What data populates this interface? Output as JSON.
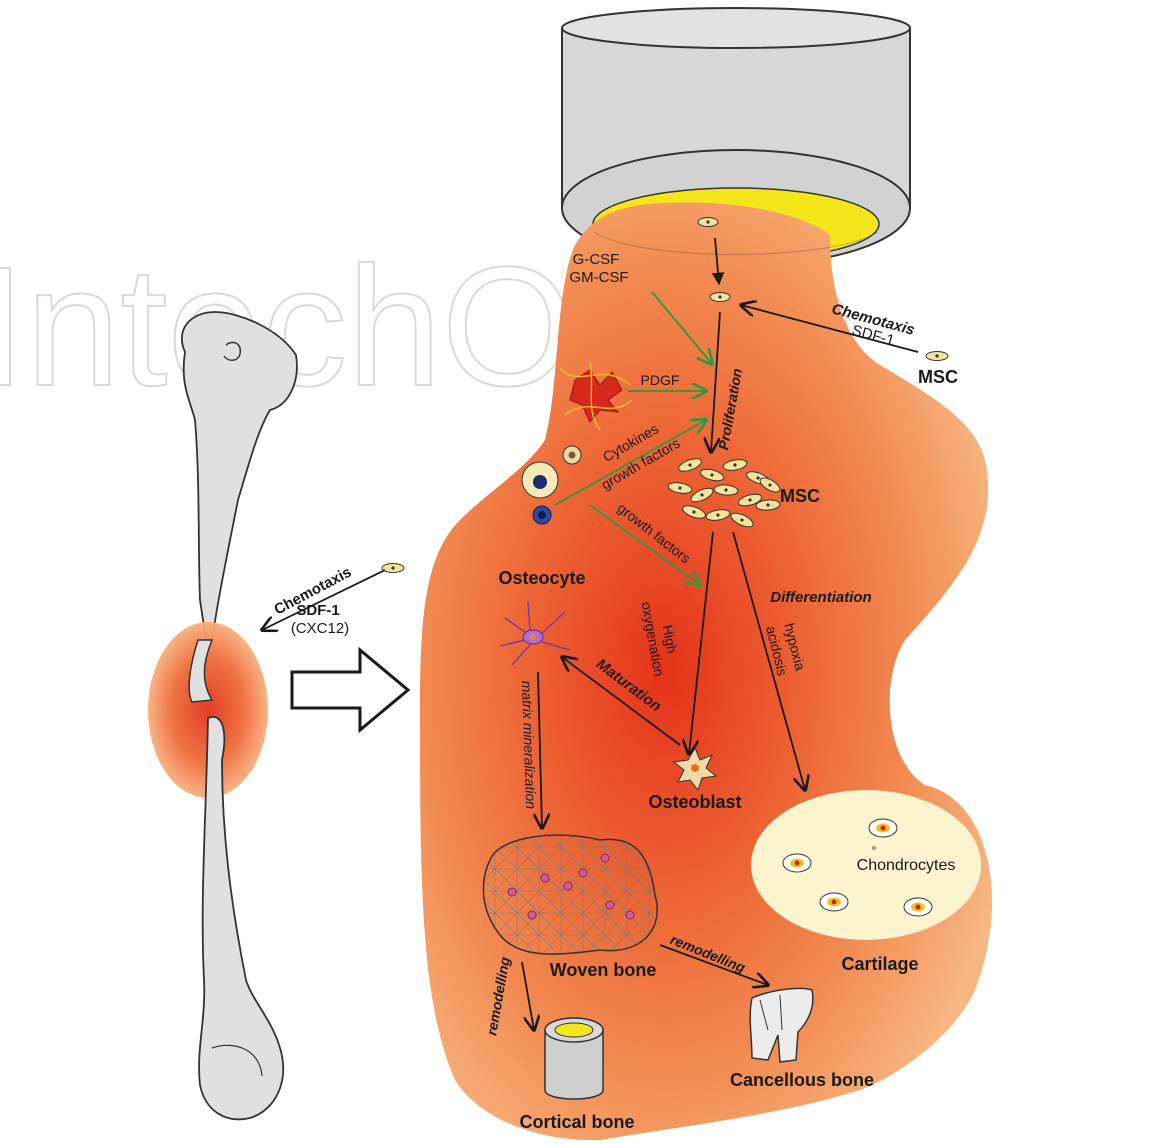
{
  "watermark": "IntechOpen",
  "labels": {
    "g_csf": "G-CSF",
    "gm_csf": "GM-CSF",
    "chemotaxis_top": "Chemotaxis",
    "sdf1_top": "SDF-1",
    "msc_outside": "MSC",
    "pdgf": "PDGF",
    "proliferation": "Proliferation",
    "cytokines": "Cytokines",
    "growth_factors_1": "growth factors",
    "msc_cluster": "MSC",
    "growth_factors_2": "growth factors",
    "chemotaxis_left": "Chemotaxis",
    "sdf1_left": "SDF-1",
    "cxc12": "(CXC12)",
    "osteocyte": "Osteocyte",
    "high": "High",
    "oxygenation": "oxygenation",
    "differentiation": "Differentiation",
    "hypoxia": "hypoxia",
    "acidosis": "acidosis",
    "maturation": "Maturation",
    "matrix_mineralization": "matrix mineralization",
    "osteoblast": "Osteoblast",
    "chondrocytes": "Chondrocytes",
    "woven_bone": "Woven bone",
    "remodelling_1": "remodelling",
    "remodelling_2": "remodelling",
    "cartilage": "Cartilage",
    "cortical_bone": "Cortical bone",
    "cancellous_bone": "Cancellous bone"
  },
  "colors": {
    "callus_center": "#e53a1e",
    "callus_edge": "#f6b07a",
    "implant_gray": "#d8d8d8",
    "implant_yellow": "#f5e61c",
    "cartilage_fill": "#fbf4cf",
    "growth_arrow": "#2a9a3a",
    "bone_gray": "#e0e0e0"
  }
}
